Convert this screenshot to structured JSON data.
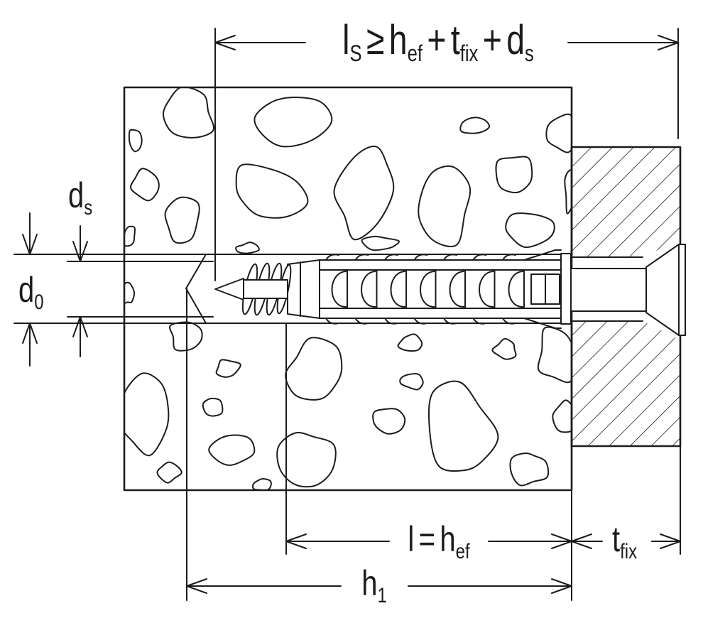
{
  "figure": {
    "colors": {
      "ink": "#1c1c1c",
      "paper": "#ffffff"
    }
  },
  "labels": {
    "ls": {
      "l": "l",
      "l_sub": "S",
      "geq": "≥",
      "h": "h",
      "h_sub": "ef",
      "plus_1": "+",
      "t": "t",
      "t_sub": "fix",
      "plus_2": "+",
      "d": "d",
      "d_sub": "s"
    },
    "ds": {
      "d": "d",
      "sub": "s"
    },
    "d0": {
      "d": "d",
      "sub": "0"
    },
    "l_hef": {
      "l": "l",
      "eq": "=",
      "h": "h",
      "sub": "ef"
    },
    "tfix": {
      "t": "t",
      "sub": "fix"
    },
    "h1": {
      "h": "h",
      "sub": "1"
    }
  }
}
